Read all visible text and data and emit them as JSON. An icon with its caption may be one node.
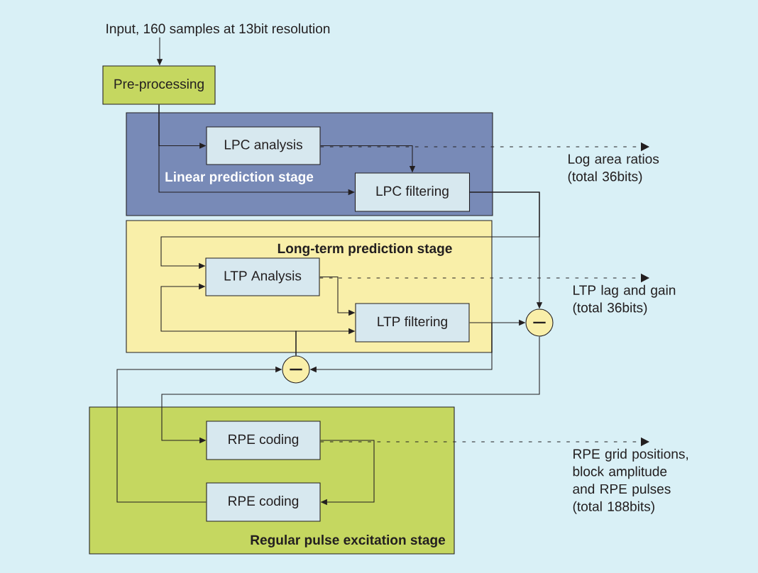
{
  "diagram": {
    "nodes": [
      {
        "text": [
          "Input, 160 samples at 13bit resolution"
        ]
      },
      {
        "text": [
          "Pre-processing"
        ]
      },
      {
        "text": [
          "Linear prediction stage"
        ]
      },
      {
        "text": [
          "LPC analysis"
        ],
        "in": 2
      },
      {
        "text": [
          "LPC filtering"
        ],
        "in": 2
      },
      {
        "text": [
          "Long-term prediction stage"
        ]
      },
      {
        "text": [
          "LTP Analysis"
        ],
        "in": 5
      },
      {
        "text": [
          "LTP filtering"
        ],
        "in": 5
      },
      {
        "text": [],
        "shape": "circle"
      },
      {
        "text": [],
        "shape": "circle"
      },
      {
        "text": [
          "Regular pulse excitation stage"
        ]
      },
      {
        "text": [
          "RPE coding"
        ],
        "in": 10
      },
      {
        "text": [
          "RPE coding"
        ],
        "in": 10
      },
      {
        "text": [
          "Log area ratios (total 36bits)"
        ]
      },
      {
        "text": [
          "LTP lag and gain (total 36bits)"
        ]
      },
      {
        "text": [
          "RPE grid positions, block amplitude and RPE pulses (total 188bits)"
        ]
      }
    ],
    "edges": [
      {
        "from": 0,
        "to": 1,
        "arrow": "to"
      },
      {
        "from": 1,
        "to": 3,
        "arrow": "to"
      },
      {
        "from": 1,
        "to": 4,
        "arrow": "to"
      },
      {
        "from": 3,
        "to": 4,
        "arrow": "to"
      },
      {
        "from": 3,
        "to": 13,
        "arrow": "to",
        "style": "dashed"
      },
      {
        "from": 4,
        "to": 8,
        "arrow": "to"
      },
      {
        "from": 4,
        "to": 6,
        "arrow": "to"
      },
      {
        "from": 6,
        "to": 7,
        "arrow": "to"
      },
      {
        "from": 6,
        "to": 14,
        "arrow": "to",
        "style": "dashed"
      },
      {
        "from": 7,
        "to": 8,
        "arrow": "to"
      },
      {
        "from": 7,
        "to": 9,
        "arrow": "to"
      },
      {
        "from": 9,
        "to": 6,
        "arrow": "to"
      },
      {
        "from": 9,
        "to": 7,
        "arrow": "to"
      },
      {
        "from": 8,
        "to": 11,
        "arrow": "to"
      },
      {
        "from": 11,
        "to": 12,
        "arrow": "to"
      },
      {
        "from": 11,
        "to": 15,
        "arrow": "to",
        "style": "dashed"
      },
      {
        "from": 12,
        "to": 9,
        "arrow": "to"
      }
    ]
  }
}
